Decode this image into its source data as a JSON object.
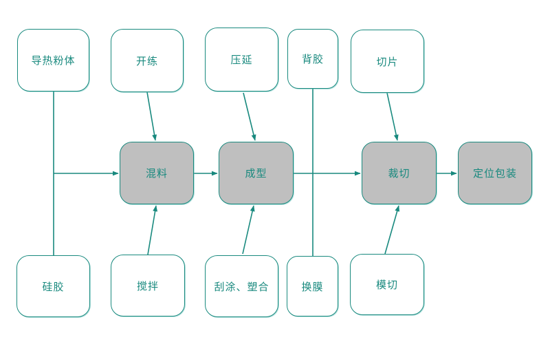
{
  "diagram": {
    "type": "flowchart",
    "colors": {
      "accent_teal": "#18897E",
      "process_node_fill": "#BFBFBF",
      "input_node_fill": "#FFFFFF"
    },
    "nodes": {
      "thermal_powder": {
        "label": "导热粉体",
        "kind": "input"
      },
      "kneading": {
        "label": "开练",
        "kind": "input"
      },
      "calendering": {
        "label": "压延",
        "kind": "input"
      },
      "backing_adhesive": {
        "label": "背胶",
        "kind": "input"
      },
      "slicing": {
        "label": "切片",
        "kind": "input"
      },
      "mixing": {
        "label": "混料",
        "kind": "process"
      },
      "forming": {
        "label": "成型",
        "kind": "process"
      },
      "cutting": {
        "label": "裁切",
        "kind": "process"
      },
      "positioning_packaging": {
        "label": "定位包装",
        "kind": "process"
      },
      "silicone": {
        "label": "硅胶",
        "kind": "input"
      },
      "stirring": {
        "label": "搅拌",
        "kind": "input"
      },
      "scrape_coating_molding": {
        "label": "刮涂、塑合",
        "kind": "input"
      },
      "film_change": {
        "label": "换膜",
        "kind": "input"
      },
      "die_cutting": {
        "label": "模切",
        "kind": "input"
      }
    },
    "edges": [
      {
        "from": "thermal_powder",
        "to": "mixing",
        "via": "shared-vertical-rail"
      },
      {
        "from": "silicone",
        "to": "mixing",
        "via": "shared-vertical-rail"
      },
      {
        "from": "kneading",
        "to": "mixing"
      },
      {
        "from": "stirring",
        "to": "mixing"
      },
      {
        "from": "mixing",
        "to": "forming"
      },
      {
        "from": "calendering",
        "to": "forming"
      },
      {
        "from": "scrape_coating_molding",
        "to": "forming"
      },
      {
        "from": "forming",
        "to": "cutting"
      },
      {
        "from": "backing_adhesive",
        "to": "film_change",
        "via": "vertical-rail-crossing-forming-cutting-arrow"
      },
      {
        "from": "slicing",
        "to": "cutting"
      },
      {
        "from": "die_cutting",
        "to": "cutting"
      },
      {
        "from": "cutting",
        "to": "positioning_packaging"
      }
    ]
  }
}
